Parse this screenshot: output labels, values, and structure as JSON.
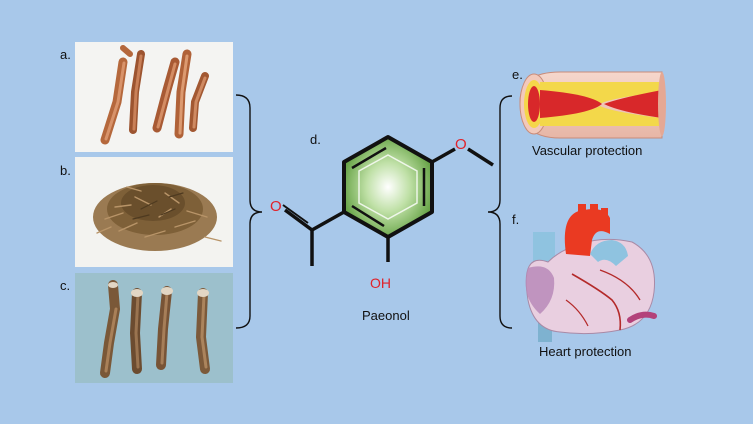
{
  "panels": {
    "a": {
      "label": "a."
    },
    "b": {
      "label": "b."
    },
    "c": {
      "label": "c."
    },
    "d": {
      "label": "d."
    },
    "e": {
      "label": "e.",
      "caption": "Vascular protection"
    },
    "f": {
      "label": "f.",
      "caption": "Heart protection"
    }
  },
  "molecule": {
    "name": "Paeonol",
    "atom_o_ketone": "O",
    "atom_o_methoxy": "O",
    "atom_oh": "OH"
  },
  "colors": {
    "background": "#a8c8ea",
    "ring_green": "#6fae4a",
    "heteroatom_red": "#e0222a",
    "artery_red": "#d8282a",
    "plaque_yellow": "#f3d84a",
    "heart_pink": "#e9cfe0",
    "aorta_red": "#ea3a22",
    "vein_blue": "#8fc3e0"
  },
  "icons": {
    "root_bark_a": "dried-root-bark-icon",
    "shredded_root_b": "shredded-root-icon",
    "root_pieces_c": "root-pieces-icon",
    "artery": "artery-plaque-icon",
    "heart": "heart-icon"
  }
}
